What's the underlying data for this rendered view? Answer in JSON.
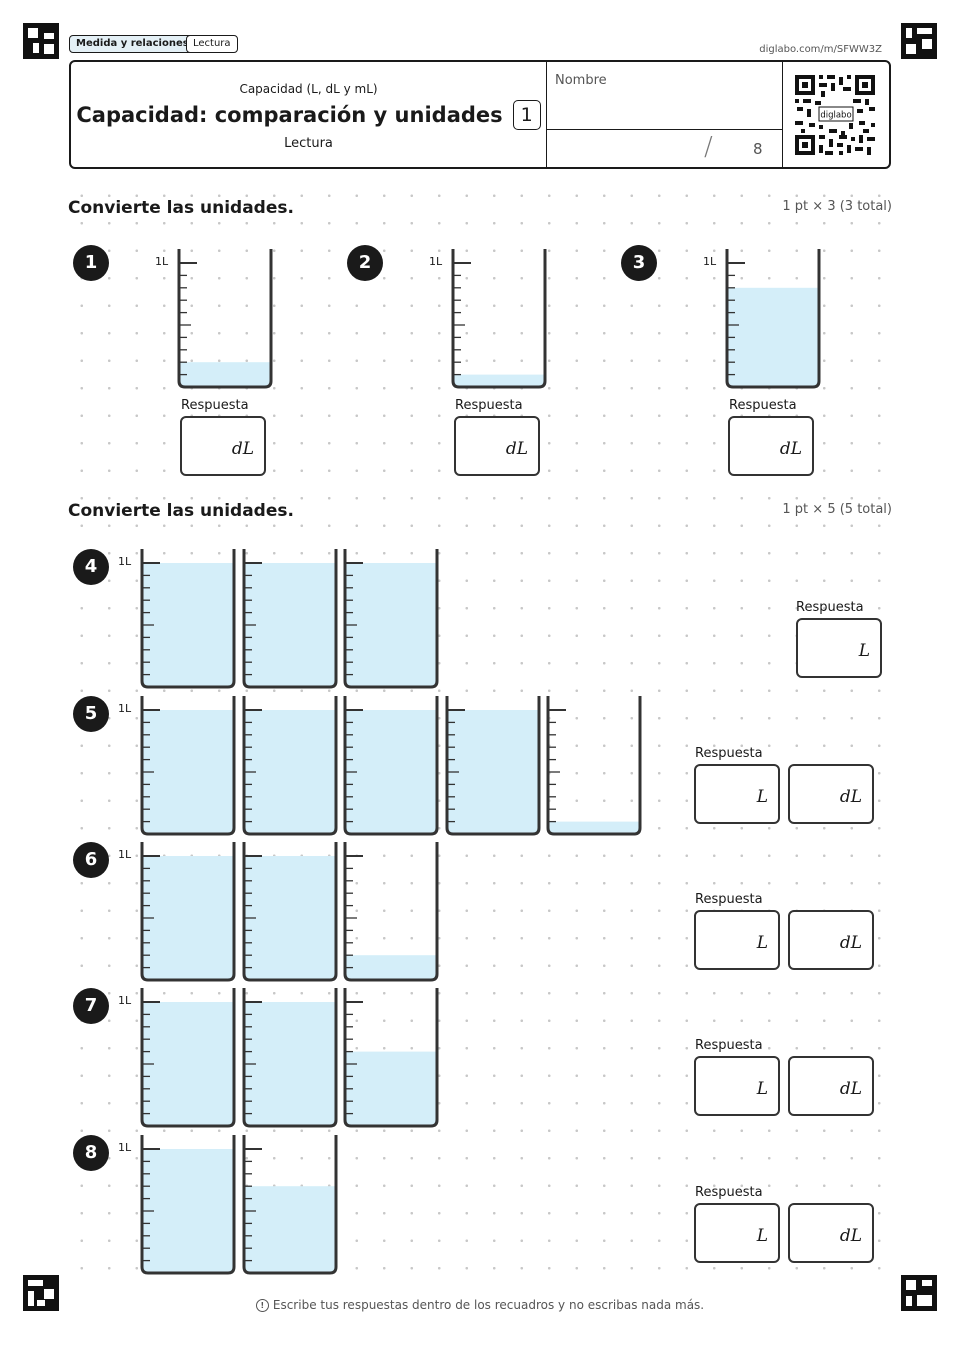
{
  "tags": [
    "Medida y relaciones",
    "Lectura"
  ],
  "site_url": "diglabo.com/m/SFWW3Z",
  "header": {
    "subtitle": "Capacidad (L, dL y mL)",
    "title": "Capacidad: comparación y unidades",
    "number": "1",
    "mode": "Lectura",
    "name_label": "Nombre",
    "score_slash": "/",
    "score_total": "8",
    "qr_label": "diglabo"
  },
  "sections": [
    {
      "title": "Convierte las unidades.",
      "points": "1 pt × 3 (3 total)"
    },
    {
      "title": "Convierte las unidades.",
      "points": "1 pt × 5 (5 total)"
    }
  ],
  "scale_label": "1L",
  "answer_label": "Respuesta",
  "units": {
    "L": "L",
    "dL": "dL"
  },
  "problems": [
    {
      "number": "1",
      "beakers": [
        0.2
      ],
      "answer_units": [
        "dL"
      ]
    },
    {
      "number": "2",
      "beakers": [
        0.1
      ],
      "answer_units": [
        "dL"
      ]
    },
    {
      "number": "3",
      "beakers": [
        0.8
      ],
      "answer_units": [
        "dL"
      ]
    },
    {
      "number": "4",
      "beakers": [
        1,
        1,
        1
      ],
      "answer_units": [
        "L"
      ]
    },
    {
      "number": "5",
      "beakers": [
        1,
        1,
        1,
        1,
        0.1
      ],
      "answer_units": [
        "L",
        "dL"
      ]
    },
    {
      "number": "6",
      "beakers": [
        1,
        1,
        0.2
      ],
      "answer_units": [
        "L",
        "dL"
      ]
    },
    {
      "number": "7",
      "beakers": [
        1,
        1,
        0.6
      ],
      "answer_units": [
        "L",
        "dL"
      ]
    },
    {
      "number": "8",
      "beakers": [
        1,
        0.7
      ],
      "answer_units": [
        "L",
        "dL"
      ]
    }
  ],
  "footer_note": "Escribe tus respuestas dentro de los recuadros y no escribas nada más.",
  "colors": {
    "water": "#d4eef9",
    "ink": "#1a1a1a"
  }
}
